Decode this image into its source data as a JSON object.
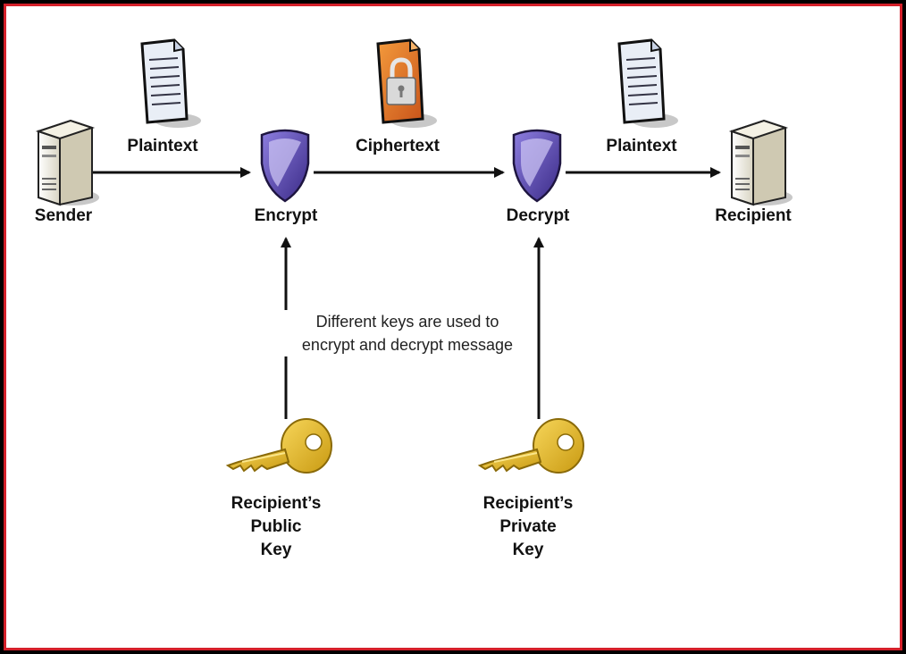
{
  "colors": {
    "border": "#d4202a",
    "arrow": "#111111",
    "key": "#e7b92e",
    "shield": "#5a3fa8",
    "lock_bg": "#e8742a"
  },
  "nodes": {
    "sender": {
      "label": "Sender",
      "icon": "server-icon"
    },
    "encrypt": {
      "label": "Encrypt",
      "icon": "shield-icon"
    },
    "decrypt": {
      "label": "Decrypt",
      "icon": "shield-icon"
    },
    "recipient": {
      "label": "Recipient",
      "icon": "server-icon"
    }
  },
  "edges": {
    "plaintext_1": {
      "label": "Plaintext",
      "icon": "document-icon"
    },
    "ciphertext": {
      "label": "Ciphertext",
      "icon": "locked-document-icon"
    },
    "plaintext_2": {
      "label": "Plaintext",
      "icon": "document-icon"
    }
  },
  "note": {
    "line1": "Different keys are used to",
    "line2": "encrypt and decrypt message"
  },
  "keys": {
    "public": {
      "line1": "Recipient’s",
      "line2": "Public",
      "line3": "Key",
      "icon": "key-icon"
    },
    "private": {
      "line1": "Recipient’s",
      "line2": "Private",
      "line3": "Key",
      "icon": "key-icon"
    }
  }
}
